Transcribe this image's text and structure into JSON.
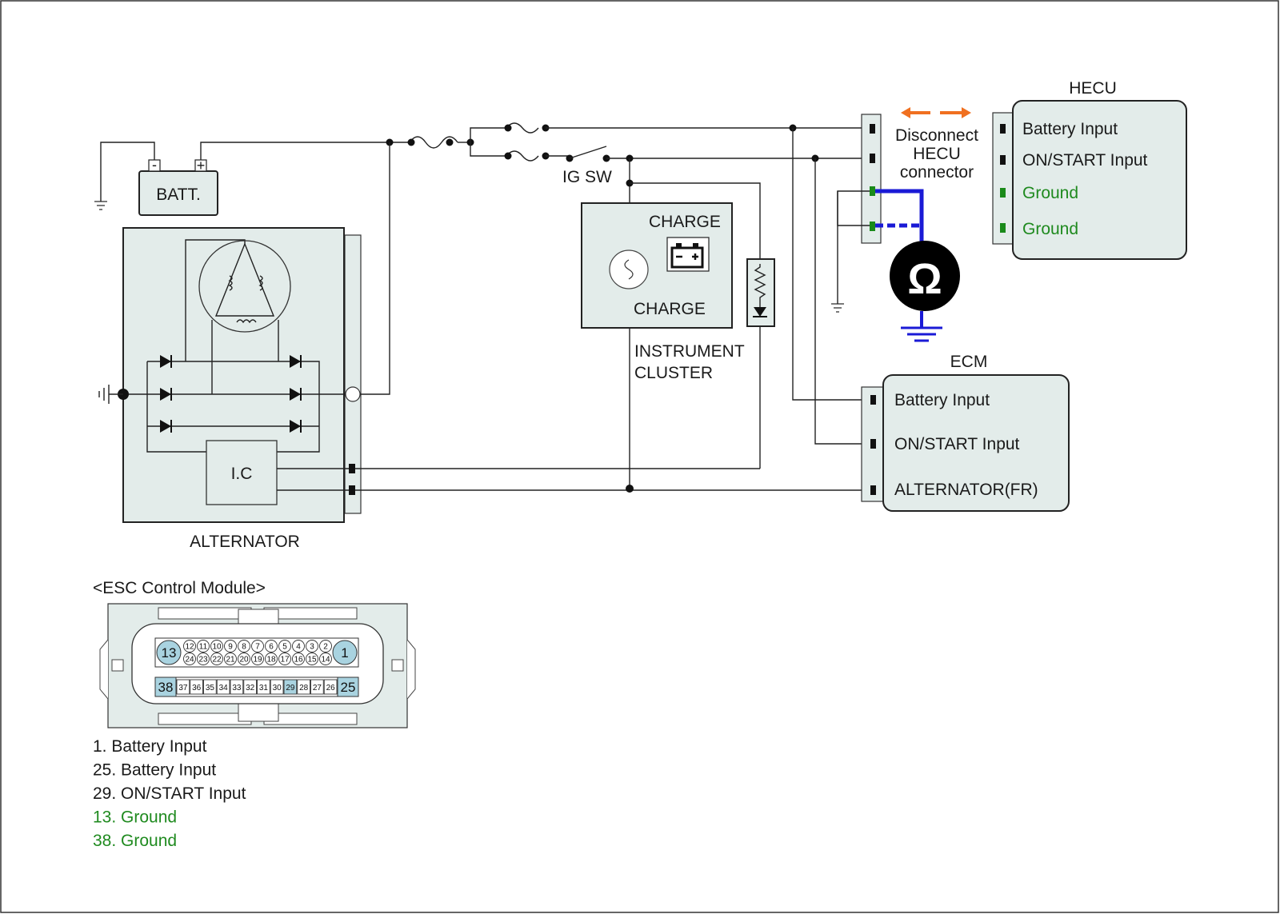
{
  "colors": {
    "ground_text": "#1f8a1f",
    "ohmmeter_wire": "#1a1ad6",
    "arrow": "#f07020",
    "box_fill": "#e3ecea",
    "pin_highlight": "#a9d3e0"
  },
  "components": {
    "battery": {
      "label": "BATT.",
      "neg": "-",
      "pos": "+"
    },
    "alternator": {
      "label": "ALTERNATOR",
      "ic_label": "I.C"
    },
    "ig_switch": {
      "label": "IG SW"
    },
    "instrument_cluster": {
      "label_line1": "INSTRUMENT",
      "label_line2": "CLUSTER",
      "charge_top": "CHARGE",
      "charge_bottom": "CHARGE"
    },
    "ohmmeter": {
      "symbol": "Ω",
      "icon": "ohmmeter-icon"
    },
    "disconnect_note": {
      "line1": "Disconnect",
      "line2": "HECU",
      "line3": "connector"
    },
    "hecu": {
      "title": "HECU",
      "pins": [
        "Battery Input",
        "ON/START Input",
        "Ground",
        "Ground"
      ]
    },
    "ecm": {
      "title": "ECM",
      "pins": [
        "Battery Input",
        "ON/START Input",
        "ALTERNATOR(FR)"
      ]
    }
  },
  "esc_module": {
    "title": "<ESC Control Module>",
    "row1_big_left": "13",
    "row1_big_right": "1",
    "row1_top": [
      "12",
      "11",
      "10",
      "9",
      "8",
      "7",
      "6",
      "5",
      "4",
      "3",
      "2"
    ],
    "row1_bottom": [
      "24",
      "23",
      "22",
      "21",
      "20",
      "19",
      "18",
      "17",
      "16",
      "15",
      "14"
    ],
    "row2_big_left": "38",
    "row2_big_right": "25",
    "row2": [
      "37",
      "36",
      "35",
      "34",
      "33",
      "32",
      "31",
      "30",
      "29",
      "28",
      "27",
      "26"
    ],
    "highlight_small": "29"
  },
  "pin_legend": [
    {
      "text": "1. Battery Input",
      "ground": false
    },
    {
      "text": "25. Battery Input",
      "ground": false
    },
    {
      "text": "29. ON/START Input",
      "ground": false
    },
    {
      "text": "13. Ground",
      "ground": true
    },
    {
      "text": "38. Ground",
      "ground": true
    }
  ]
}
